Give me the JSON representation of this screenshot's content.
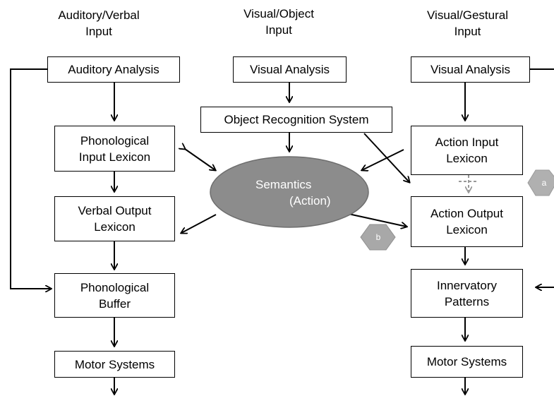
{
  "headings": {
    "auditory": "Auditory/Verbal\nInput",
    "visual_object": "Visual/Object\nInput",
    "visual_gestural": "Visual/Gestural\nInput"
  },
  "left_column": {
    "auditory_analysis": "Auditory Analysis",
    "phonological_input_lexicon": "Phonological\nInput Lexicon",
    "verbal_output_lexicon": "Verbal Output\nLexicon",
    "phonological_buffer": "Phonological\nBuffer",
    "motor_systems": "Motor Systems"
  },
  "middle_column": {
    "visual_analysis": "Visual Analysis",
    "object_recognition_system": "Object Recognition System"
  },
  "semantics": {
    "line1": "Semantics",
    "line2": "(Action)"
  },
  "right_column": {
    "visual_analysis": "Visual Analysis",
    "action_input_lexicon": "Action Input\nLexicon",
    "action_output_lexicon": "Action Output\nLexicon",
    "innervatory_patterns": "Innervatory\nPatterns",
    "motor_systems": "Motor Systems"
  },
  "badges": {
    "a": "a",
    "b": "b"
  },
  "colors": {
    "ellipse_fill": "#8c8c8c",
    "badge_fill": "#b0b0b0",
    "dashed_arrow": "#999999"
  }
}
